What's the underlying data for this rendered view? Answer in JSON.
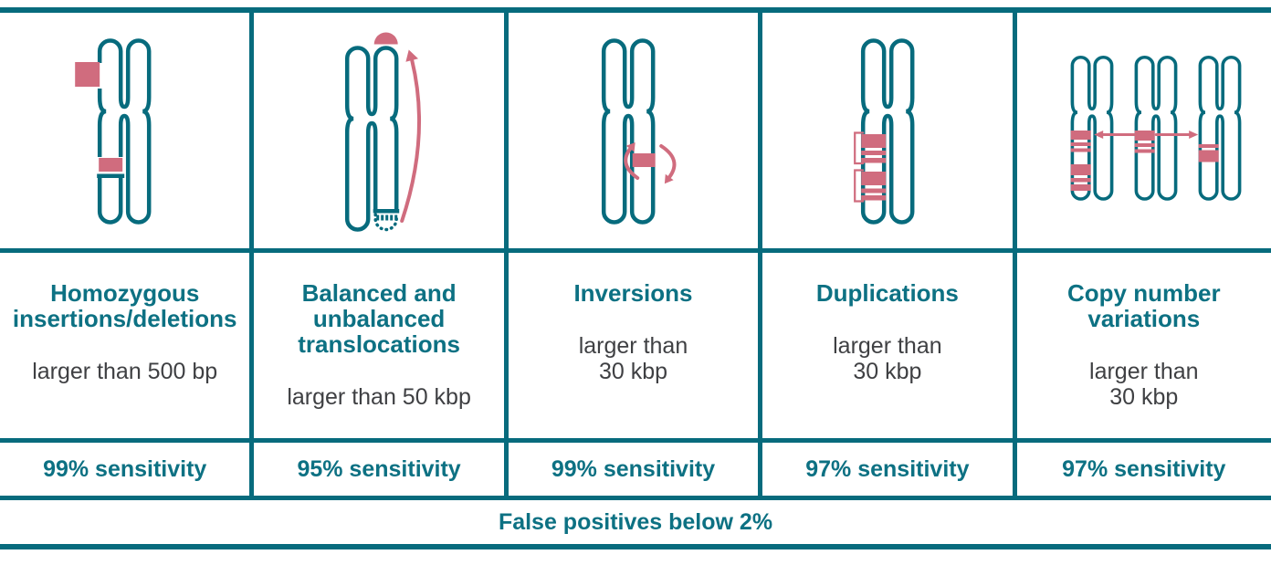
{
  "theme": {
    "teal": "#076b7d",
    "teal_text": "#0d7183",
    "pink": "#d06c7e",
    "body_text": "#3f4043",
    "bg": "#ffffff"
  },
  "columns": [
    {
      "id": "homozygous-insertions-deletions",
      "icon": "chromosome-insertion-deletion-illustration",
      "title": "Homozygous\ninsertions/deletions",
      "threshold": "larger than 500 bp",
      "sensitivity": "99% sensitivity"
    },
    {
      "id": "balanced-unbalanced-translocations",
      "icon": "chromosome-translocation-illustration",
      "title": "Balanced and\nunbalanced\ntranslocations",
      "threshold": "larger than 50 kbp",
      "sensitivity": "95% sensitivity"
    },
    {
      "id": "inversions",
      "icon": "chromosome-inversion-illustration",
      "title": "Inversions",
      "threshold": "larger than\n30 kbp",
      "sensitivity": "99% sensitivity"
    },
    {
      "id": "duplications",
      "icon": "chromosome-duplication-illustration",
      "title": "Duplications",
      "threshold": "larger than\n30 kbp",
      "sensitivity": "97% sensitivity"
    },
    {
      "id": "copy-number-variations",
      "icon": "chromosome-copy-number-illustration",
      "title": "Copy number\nvariations",
      "threshold": "larger than\n30 kbp",
      "sensitivity": "97% sensitivity"
    }
  ],
  "footer": {
    "text": "False positives below 2%"
  }
}
